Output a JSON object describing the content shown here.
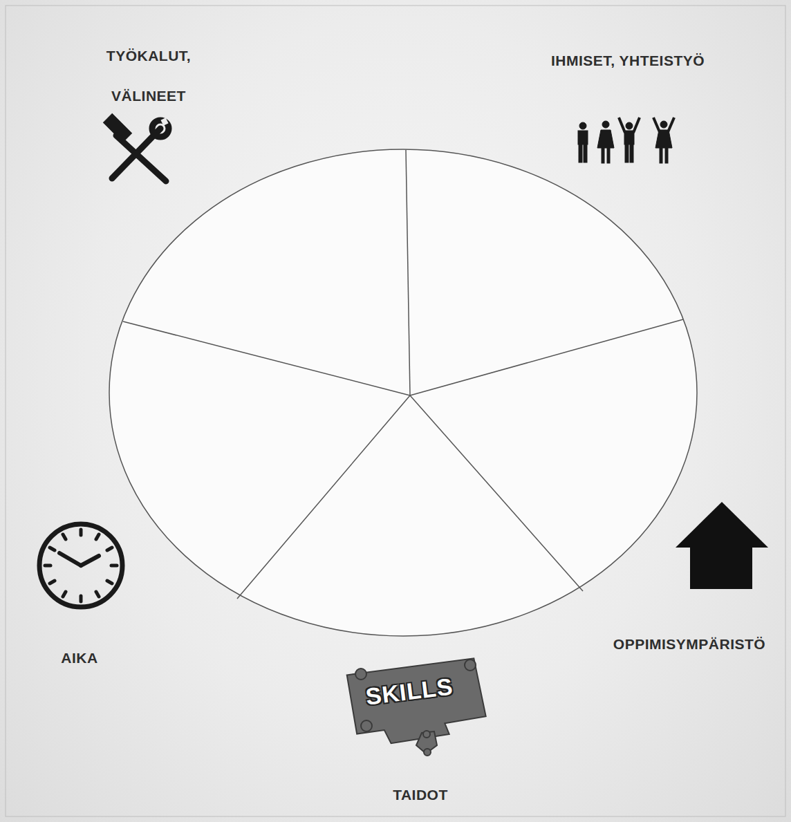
{
  "diagram": {
    "labels": [
      "TYÖKALUT, VÄLINEET",
      "IHMISET, YHTEISTYÖ",
      "OPPIMISYMPÄRISTÖ",
      "AIKA",
      "SKILLS",
      "TAIDOT"
    ]
  }
}
